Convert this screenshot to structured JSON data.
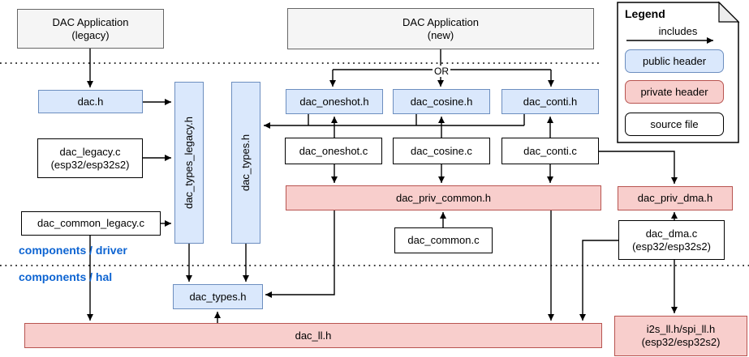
{
  "diagram": {
    "or_label": "OR",
    "layers": {
      "driver_label": "components / driver",
      "hal_label": "components / hal"
    },
    "nodes": {
      "app_legacy": {
        "line1": "DAC Application",
        "line2": "(legacy)"
      },
      "app_new": {
        "line1": "DAC Application",
        "line2": "(new)"
      },
      "dac_h": {
        "label": "dac.h"
      },
      "dac_legacy_c": {
        "line1": "dac_legacy.c",
        "line2": "(esp32/esp32s2)"
      },
      "dac_common_legacy_c": {
        "label": "dac_common_legacy.c"
      },
      "dac_types_legacy_h": {
        "label": "dac_types_legacy.h"
      },
      "dac_types_h_driver": {
        "label": "dac_types.h"
      },
      "dac_oneshot_h": {
        "label": "dac_oneshot.h"
      },
      "dac_cosine_h": {
        "label": "dac_cosine.h"
      },
      "dac_conti_h": {
        "label": "dac_conti.h"
      },
      "dac_oneshot_c": {
        "label": "dac_oneshot.c"
      },
      "dac_cosine_c": {
        "label": "dac_cosine.c"
      },
      "dac_conti_c": {
        "label": "dac_conti.c"
      },
      "dac_priv_common_h": {
        "label": "dac_priv_common.h"
      },
      "dac_common_c": {
        "label": "dac_common.c"
      },
      "dac_priv_dma_h": {
        "label": "dac_priv_dma.h"
      },
      "dac_dma_c": {
        "line1": "dac_dma.c",
        "line2": "(esp32/esp32s2)"
      },
      "dac_types_h_hal": {
        "label": "dac_types.h"
      },
      "dac_ll_h": {
        "label": "dac_ll.h"
      },
      "i2s_spi_ll": {
        "line1": "i2s_ll.h/spi_ll.h",
        "line2": "(esp32/esp32s2)"
      }
    },
    "legend": {
      "title": "Legend",
      "includes_label": "includes",
      "public_header": "public header",
      "private_header": "private header",
      "source_file": "source file"
    },
    "colors": {
      "public_fill": "#dae8fc",
      "public_stroke": "#6c8ebf",
      "private_fill": "#f8cecc",
      "private_stroke": "#b85450",
      "app_fill": "#f5f5f5",
      "app_stroke": "#666666",
      "source_stroke": "#000000",
      "layer_label": "#0d64d2",
      "edge": "#000000"
    }
  }
}
